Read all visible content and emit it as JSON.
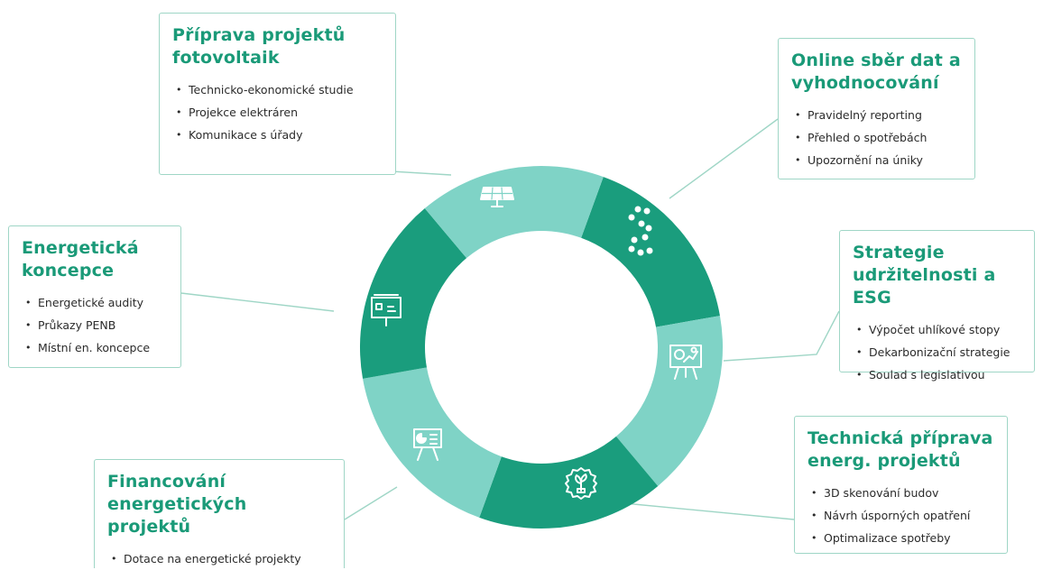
{
  "colors": {
    "dark_teal": "#1a9d7d",
    "light_teal": "#7fd3c6",
    "title_green": "#1a9a78",
    "connector": "#9fd6c6",
    "icon": "#ffffff"
  },
  "segments": [
    {
      "color": "dark",
      "icon": "ring-chart-icon"
    },
    {
      "color": "light",
      "icon": "presentation-chart-icon"
    },
    {
      "color": "dark",
      "icon": "leaf-gear-icon"
    },
    {
      "color": "light",
      "icon": "easel-pie-chart-icon"
    },
    {
      "color": "dark",
      "icon": "whiteboard-icon"
    },
    {
      "color": "light",
      "icon": "solar-panel-icon"
    }
  ],
  "cards": [
    {
      "title": "Příprava projektů\nfotovoltaik",
      "items": [
        "Technicko-ekonomické studie",
        "Projekce elektráren",
        "Komunikace s úřady"
      ]
    },
    {
      "title": "Online sběr dat a\nvyhodnocování",
      "items": [
        "Pravidelný reporting",
        "Přehled o spotřebách",
        "Upozornění na úniky"
      ]
    },
    {
      "title": "Energetická\nkoncepce",
      "items": [
        "Energetické audity",
        "Průkazy PENB",
        "Místní en. koncepce"
      ]
    },
    {
      "title": "Strategie\nudržitelnosti a ESG",
      "items": [
        "Výpočet uhlíkové stopy",
        "Dekarbonizační strategie",
        "Soulad s legislativou"
      ]
    },
    {
      "title": "Technická příprava\nenerg. projektů",
      "items": [
        "3D skenování budov",
        "Návrh úsporných opatření",
        "Optimalizace spotřeby"
      ]
    },
    {
      "title": "Financování\nenergetických\nprojektů",
      "items": [
        "Dotace na energetické projekty"
      ]
    }
  ]
}
